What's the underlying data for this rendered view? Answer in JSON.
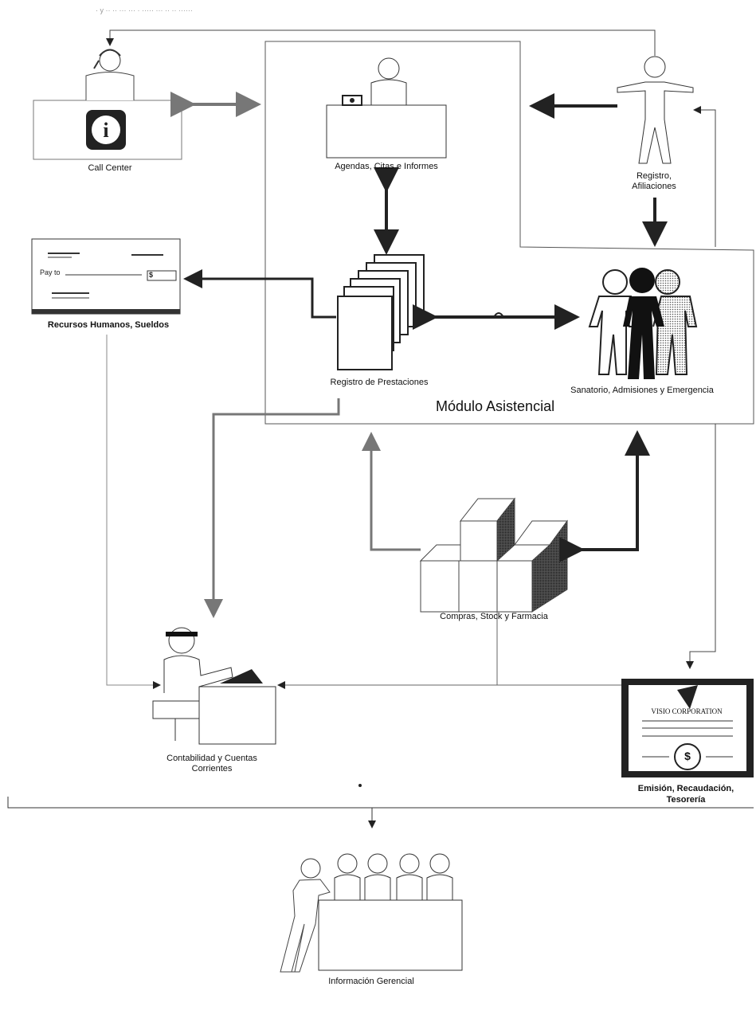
{
  "title_text": "· y ·· ·· ··· ··· · ····· ··· ·· ·· ······",
  "modules": {
    "call_center": "Call Center",
    "agendas": "Agendas, Citas e Informes",
    "registro": [
      "Registro,",
      "Afiliaciones"
    ],
    "recursos": "Recursos Humanos, Sueldos",
    "prestaciones": "Registro de Prestaciones",
    "sanatorio": "Sanatorio, Admisiones y Emergencia",
    "modulo": "Módulo Asistencial",
    "compras": "Compras, Stock y Farmacia",
    "contabilidad": [
      "Contabilidad y Cuentas",
      "Corrientes"
    ],
    "emision": [
      "Emisión, Recaudación,",
      "Tesorería"
    ],
    "gerencial": "Información Gerencial"
  },
  "check": {
    "pay_to": "Pay to",
    "dollar": "$"
  },
  "certificate": {
    "company": "VISIO CORPORATION",
    "dollar": "$"
  },
  "info_icon": "i",
  "colors": {
    "line": "#222222",
    "gray_arrow": "#777777",
    "dark_fill": "#222222"
  }
}
